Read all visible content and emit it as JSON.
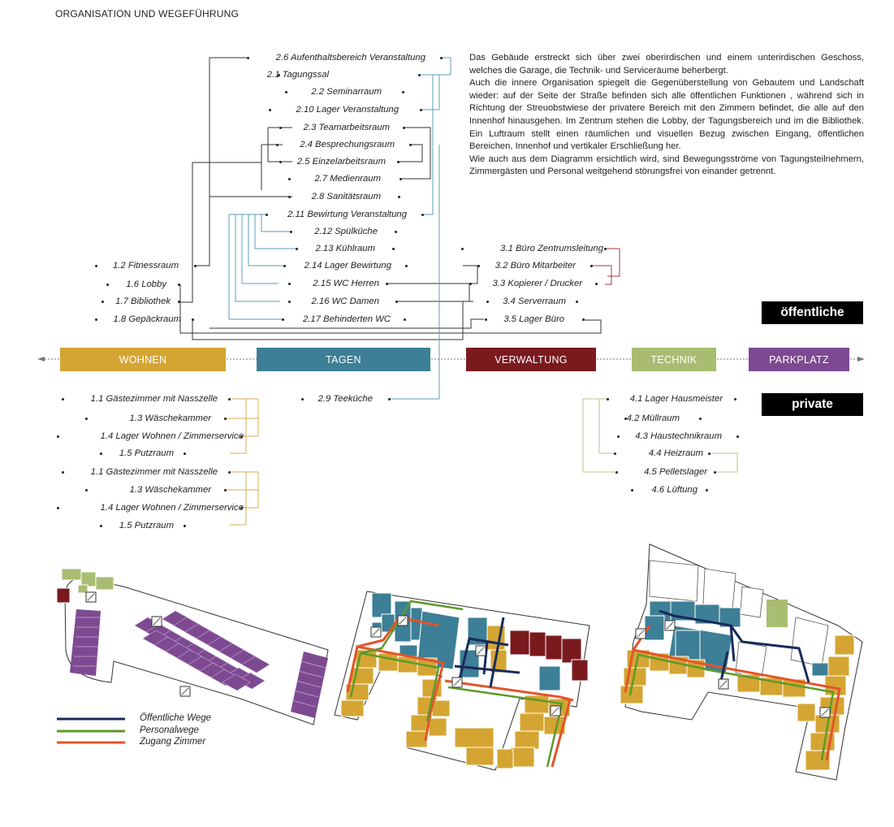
{
  "title": "ORGANISATION UND WEGEFÜHRUNG",
  "description": [
    "Das Gebäude erstreckt sich über zwei oberirdischen und einem unterirdischen Geschoss, welches die Garage, die Technik- und Serviceräume beherbergt.",
    "Auch die innere Organisation spiegelt die Gegenüberstellung von Gebautem und Landschaft wieder: auf der Seite der Straße befinden sich alle öffentlichen Funktionen , während sich in Richtung der Streuobstwiese der privatere Bereich mit den Zimmern befindet, die alle auf den Innenhof hinausgehen. Im Zentrum stehen die Lobby, der Tagungsbereich und im die Bibliothek. Ein Luftraum stellt einen räumlichen und visuellen Bezug zwischen Eingang, öffentlichen Bereichen, Innenhof und vertikaler Erschließung her.",
    "Wie auch aus dem Diagramm ersichtlich wird, sind Bewegungsströme von Tagungsteilnehmern, Zimmergästen und Personal weitgehend störungsfrei von einander getrennt."
  ],
  "tags": {
    "public": "öffentliche",
    "private": "private"
  },
  "categories": [
    {
      "label": "WOHNEN",
      "color": "#d4a532"
    },
    {
      "label": "TAGEN",
      "color": "#3d7f96"
    },
    {
      "label": "VERWALTUNG",
      "color": "#7a1a1f"
    },
    {
      "label": "TECHNIK",
      "color": "#a9bd72"
    },
    {
      "label": "PARKPLATZ",
      "color": "#7d4a92"
    }
  ],
  "rooms": {
    "tagen_public": [
      "2.6 Aufenthaltsbereich Veranstaltung",
      "2.1 Tagungssal",
      "2.2 Seminarraum",
      "2.10 Lager Veranstaltung",
      "2.3 Teamarbeitsraum",
      "2.4 Besprechungsraum",
      "2.5 Einzelarbeitsraum",
      "2.7 Medienraum",
      "2.8 Sanitätsraum",
      "2.11 Bewirtung Veranstaltung",
      "2.12 Spülküche",
      "2.13 Kühlraum",
      "2.14 Lager Bewirtung",
      "2.15 WC Herren",
      "2.16 WC Damen",
      "2.17 Behinderten WC"
    ],
    "wohnen_public": [
      "1.2 Fitnessraum",
      "1.6 Lobby",
      "1.7 Bibliothek",
      "1.8 Gepäckraum"
    ],
    "verwaltung_public": [
      "3.1 Büro Zentrumsleitung",
      "3.2 Büro Mitarbeiter",
      "3.3 Kopierer / Drucker",
      "3.4 Serverraum",
      "3.5 Lager Büro"
    ],
    "wohnen_private": [
      "1.1 Gästezimmer mit Nasszelle",
      "1.3 Wäschekammer",
      "1.4 Lager Wohnen / Zimmerservice",
      "1.5 Putzraum",
      "1.1 Gästezimmer mit Nasszelle",
      "1.3 Wäschekammer",
      "1.4 Lager Wohnen / Zimmerservice",
      "1.5 Putzraum"
    ],
    "tagen_private": [
      "2.9 Teeküche"
    ],
    "technik_private": [
      "4.1 Lager Hausmeister",
      "4.2 Müllraum",
      "4.3 Haustechnikraum",
      "4.4 Heizraum",
      "4.5 Pelletslager",
      "4.6 Lüftung"
    ]
  },
  "legend": [
    {
      "label": "Öffentliche Wege",
      "color": "#1a2a5a"
    },
    {
      "label": "Personalwege",
      "color": "#5c9a2a"
    },
    {
      "label": "Zugang Zimmer",
      "color": "#e4542a"
    }
  ],
  "colors": {
    "wohnen": "#d4a532",
    "tagen": "#3d7f96",
    "verwaltung": "#7a1a1f",
    "technik": "#a9bd72",
    "parkplatz": "#7d4a92",
    "line_dark": "#333333",
    "line_blue": "#5e9db5",
    "line_red": "#a13a40",
    "line_gold": "#d9ad55",
    "line_green": "#b7c78a"
  },
  "icons": [
    "stair-icon"
  ]
}
